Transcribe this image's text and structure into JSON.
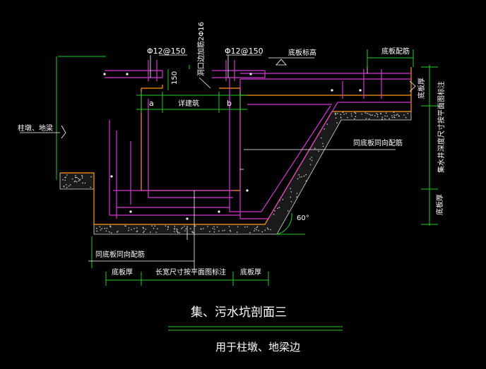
{
  "labels": {
    "rebar_left": "Φ12@150",
    "rebar_right": "Φ12@150",
    "edge_reinf": "洞口边加筋2Φ16",
    "dim_150": "150",
    "floor_elevation": "底板标高",
    "floor_reinf": "底板配筋",
    "dim_a": "a",
    "dim_detail": "详建筑",
    "dim_b": "b",
    "column_beam": "柱墩、地梁",
    "same_as_floor_right": "同底板同向配筋",
    "angle": "60°",
    "same_as_floor_left": "同底板同向配筋",
    "floor_thick_left": "底板厚",
    "length_note": "长宽尺寸按平面图标注",
    "floor_thick_right": "底板厚",
    "floor_thick_top": "底板厚",
    "pit_depth_note": "集水井深度尺寸按平面图标注",
    "floor_thick_bottom": "底板厚"
  },
  "title": {
    "main": "集、污水坑剖面三",
    "sub": "用于柱墩、地梁边"
  },
  "colors": {
    "background": "#000000",
    "dimension": "#22cc22",
    "wall": "#ff9a1a",
    "rebar": "#d23ad2",
    "text": "#ffffff"
  }
}
